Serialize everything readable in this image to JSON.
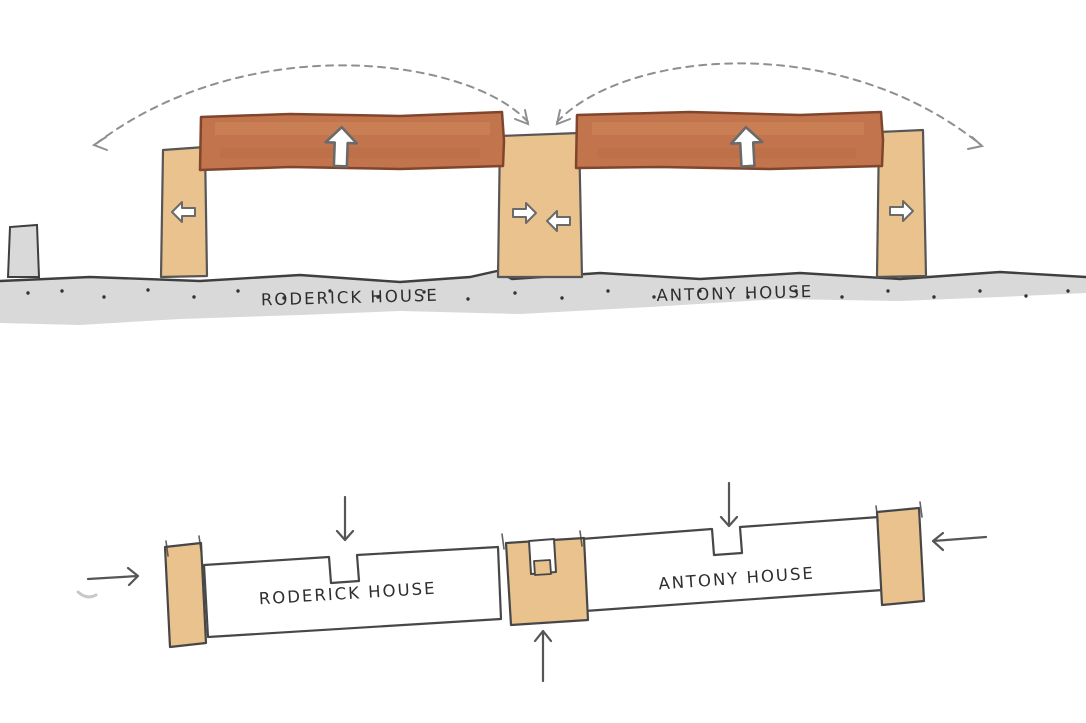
{
  "colors": {
    "tan": "#e9c28d",
    "terracotta": "#c2754d",
    "roof_edge": "#80452c",
    "ground": "#d9d9d9",
    "ink": "#3f3f3f",
    "flow": "#8f8f8f",
    "arrow_fill": "#ffffff"
  },
  "elevation": {
    "left_house_label": "RODERICK HOUSE",
    "right_house_label": "ANTONY HOUSE"
  },
  "plan": {
    "left_house_label": "RODERICK HOUSE",
    "right_house_label": "ANTONY HOUSE"
  }
}
